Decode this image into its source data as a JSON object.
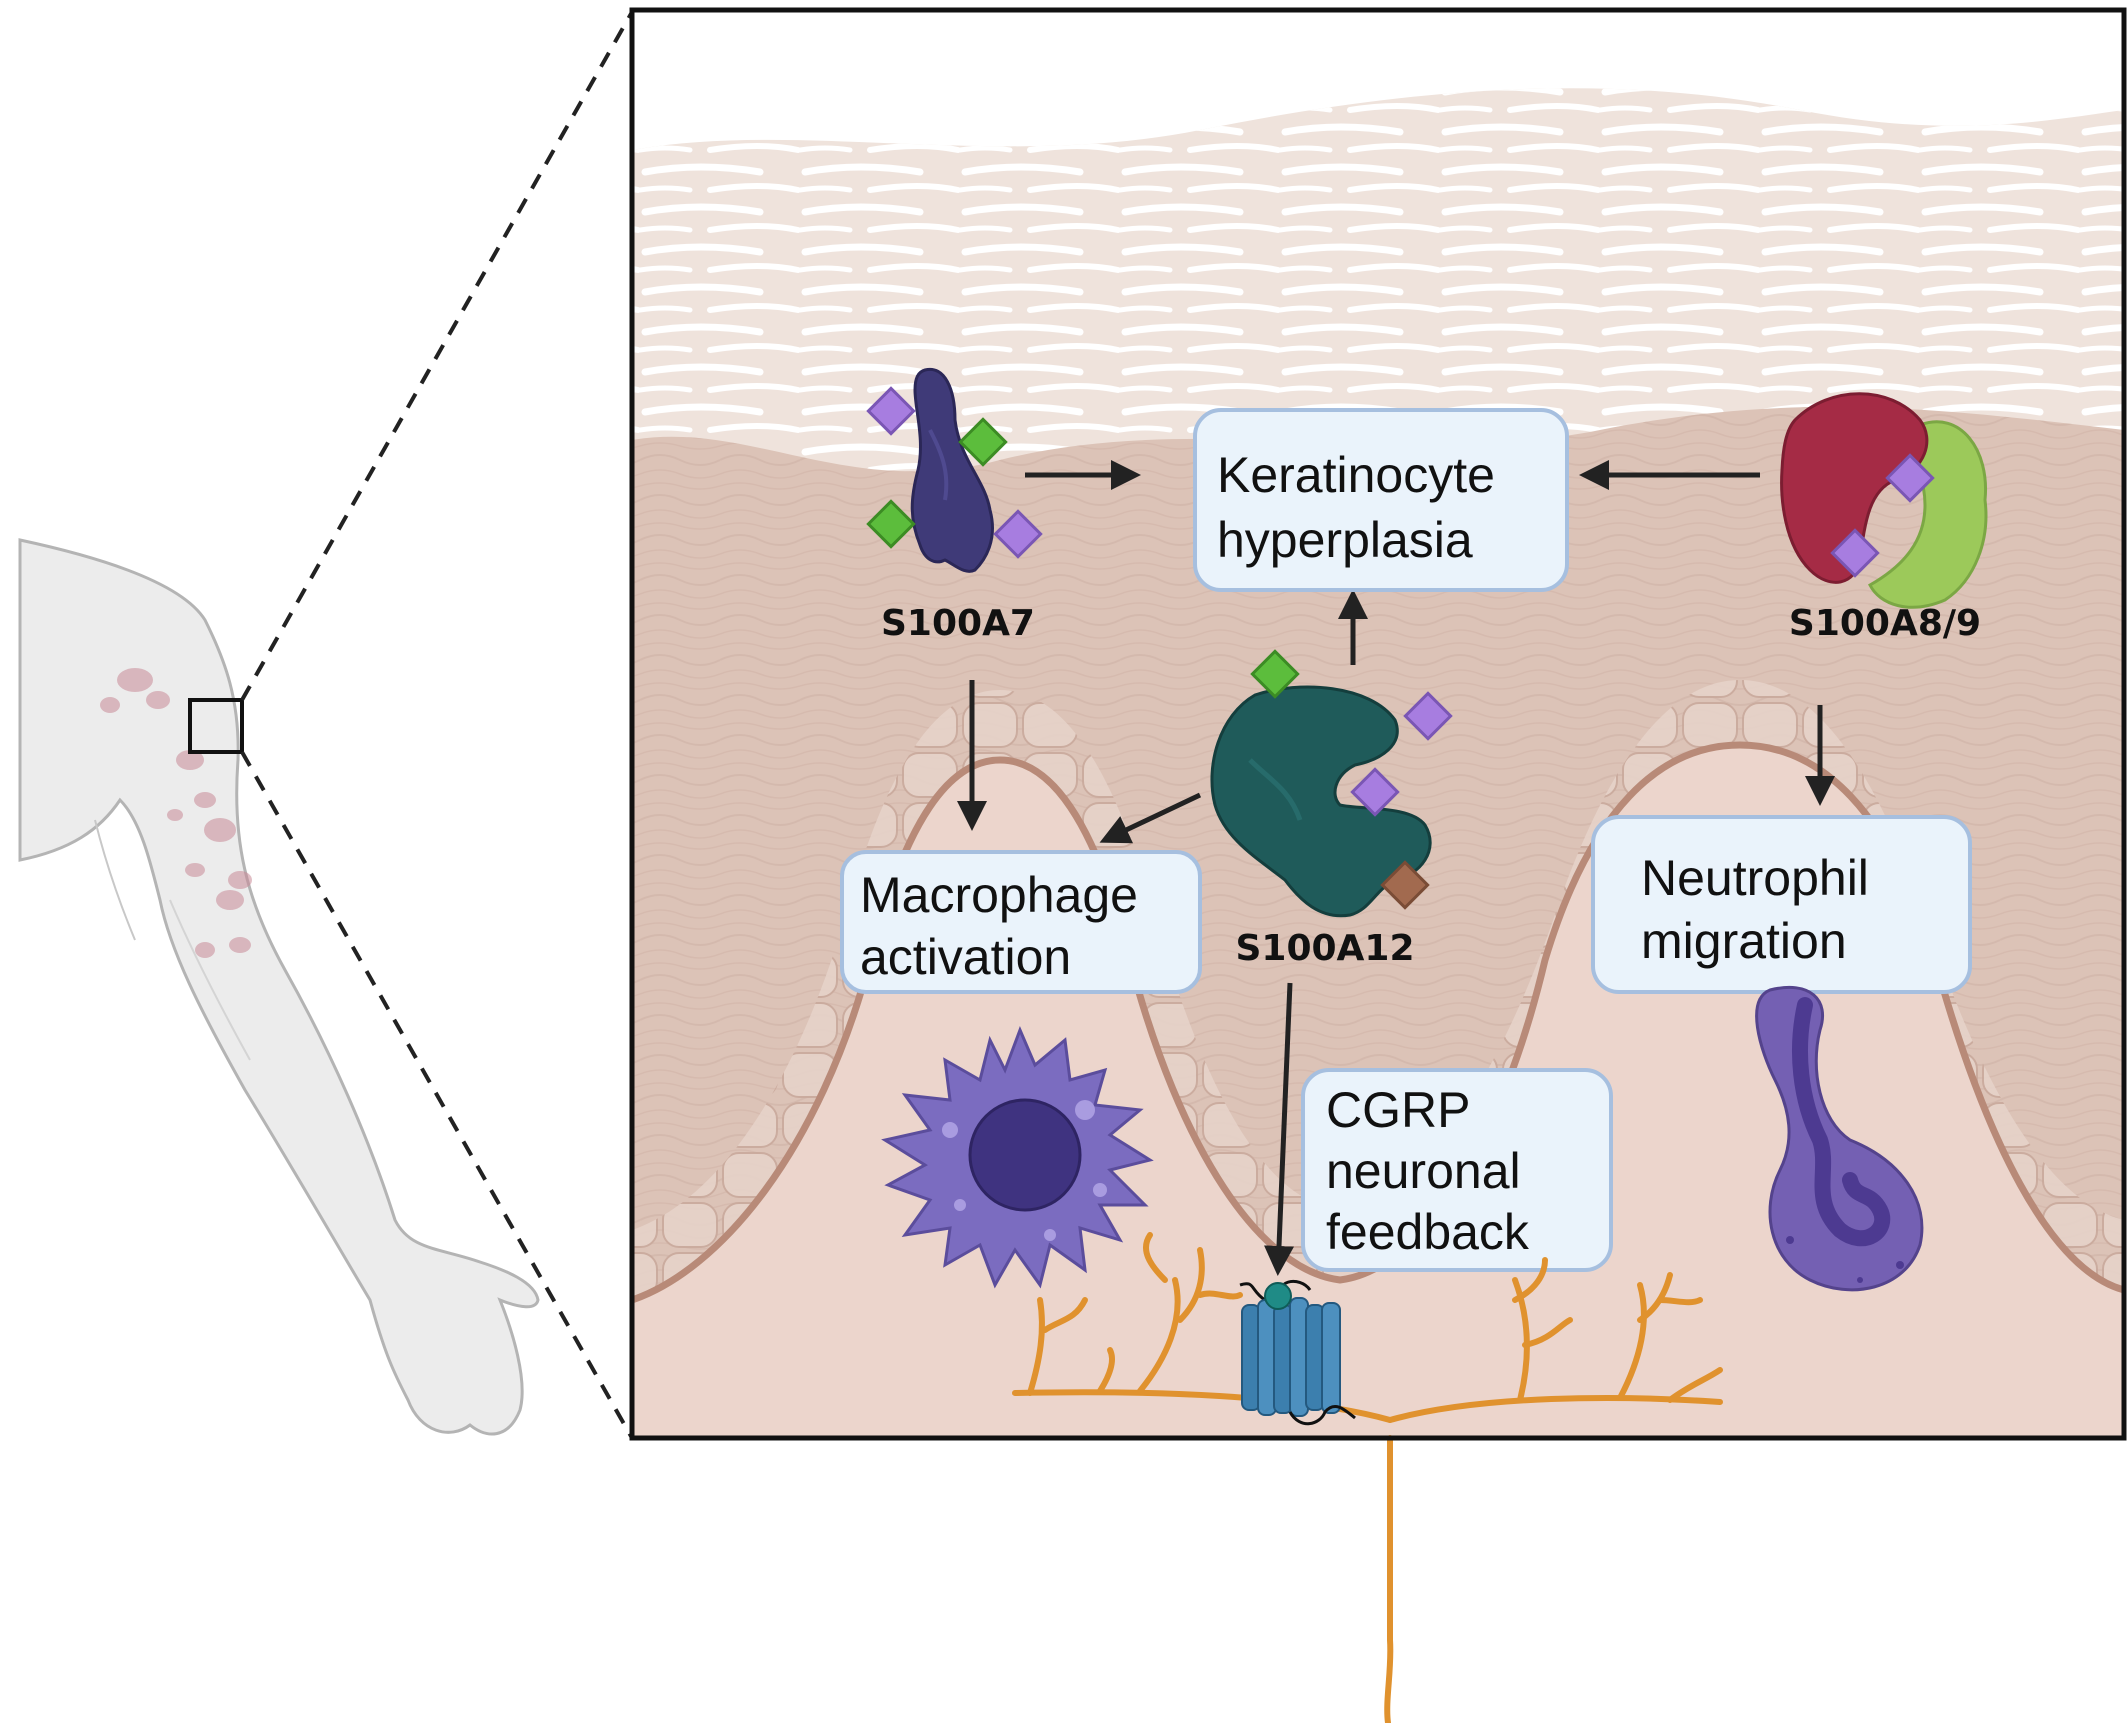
{
  "labels": {
    "s100a7": "S100A7",
    "s100a8_9": "S100A8/9",
    "s100a12": "S100A12"
  },
  "boxes": {
    "keratinocyte": [
      "Keratinocyte",
      "hyperplasia"
    ],
    "macrophage": [
      "Macrophage",
      "activation"
    ],
    "neutrophil": [
      "Neutrophil",
      "migration"
    ],
    "cgrp": [
      "CGRP",
      "neuronal",
      "feedback"
    ]
  },
  "colors": {
    "stratum_corneum": "#efe3dc",
    "epidermis": "#dcc3b7",
    "dermis": "#ecd5cc",
    "basement_membrane": "#b88a78",
    "s100a7": "#3f3a78",
    "s100a12": "#1f5b5a",
    "s100a8": "#a52b45",
    "s100a9": "#9cc95a",
    "ligand_purple": "#a77de0",
    "ligand_green": "#5cbd3c",
    "ligand_brown": "#a26a4f",
    "macrophage": "#7b6cc0",
    "neutrophil": "#7460b3",
    "neuron": "#e0922e",
    "receptor": "#3c7fae",
    "box_fill": "#eaf3fb",
    "box_stroke": "#a6bfdf"
  },
  "icons": [
    "arm-illustration",
    "zoom-box",
    "s100a7-protein",
    "s100a8-9-dimer",
    "s100a12-protein",
    "macrophage-cell",
    "neutrophil-cell",
    "sensory-neuron",
    "gpcr-receptor"
  ]
}
